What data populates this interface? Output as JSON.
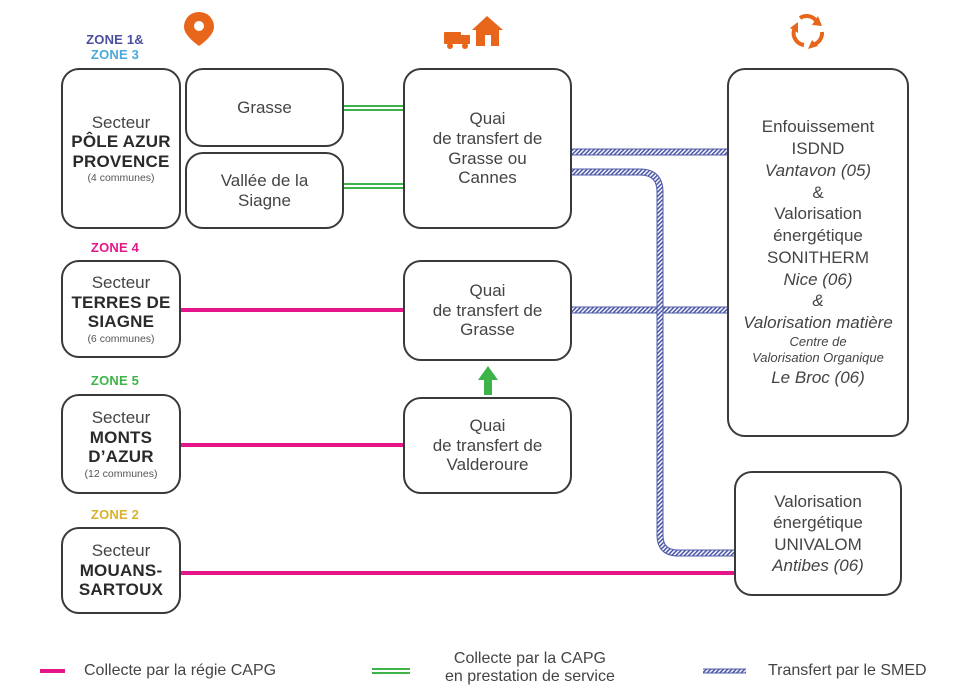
{
  "colors": {
    "regie": "#e5168a",
    "prestation": "#3cb44a",
    "smed": "#4f5ba8",
    "icon": "#e8661b",
    "zone1": "#4a4fa0",
    "zone3": "#4aa8dc",
    "zone4": "#e5168a",
    "zone5": "#3cb44a",
    "zone2": "#d9b22e",
    "arrow": "#3cb44a"
  },
  "icons": [
    "location-pin-icon",
    "truck-house-icon",
    "recycle-icon",
    "up-arrow-icon"
  ],
  "zones": {
    "z1": "ZONE 1&",
    "z3": "ZONE 3",
    "z4": "ZONE 4",
    "z5": "ZONE 5",
    "z2": "ZONE 2"
  },
  "sectors": {
    "pole": {
      "label": "Secteur",
      "name1": "PÔLE AZUR",
      "name2": "PROVENCE",
      "note": "(4 communes)"
    },
    "grasse": {
      "label": "Grasse"
    },
    "siagne": {
      "line1": "Vallée de la",
      "line2": "Siagne"
    },
    "terres": {
      "label": "Secteur",
      "name1": "TERRES DE",
      "name2": "SIAGNE",
      "note": "(6 communes)"
    },
    "monts": {
      "label": "Secteur",
      "name1": "MONTS",
      "name2": "D’AZUR",
      "note": "(12 communes)"
    },
    "mouans": {
      "label": "Secteur",
      "name1": "MOUANS-",
      "name2": "SARTOUX"
    }
  },
  "quais": {
    "q1": [
      "Quai",
      "de transfert de",
      "Grasse ou",
      "Cannes"
    ],
    "q2": [
      "Quai",
      "de transfert de",
      "Grasse"
    ],
    "q3": [
      "Quai",
      "de transfert de",
      "Valderoure"
    ]
  },
  "destinations": {
    "main": {
      "l1": "Enfouissement",
      "l2": "ISDND",
      "l3": "Vantavon (05)",
      "l4": "&",
      "l5": "Valorisation",
      "l6": "énergétique",
      "l7": "SONITHERM",
      "l8": "Nice (06)",
      "l9": "&",
      "l10": "Valorisation matière",
      "l11": "Centre de",
      "l12": "Valorisation Organique",
      "l13": "Le Broc (06)"
    },
    "univalom": {
      "l1": "Valorisation",
      "l2": "énergétique",
      "l3": "UNIVALOM",
      "l4": "Antibes (06)"
    }
  },
  "legend": {
    "regie": "Collecte par la régie CAPG",
    "prestation1": "Collecte par la CAPG",
    "prestation2": "en prestation de service",
    "smed": "Transfert par le SMED"
  }
}
